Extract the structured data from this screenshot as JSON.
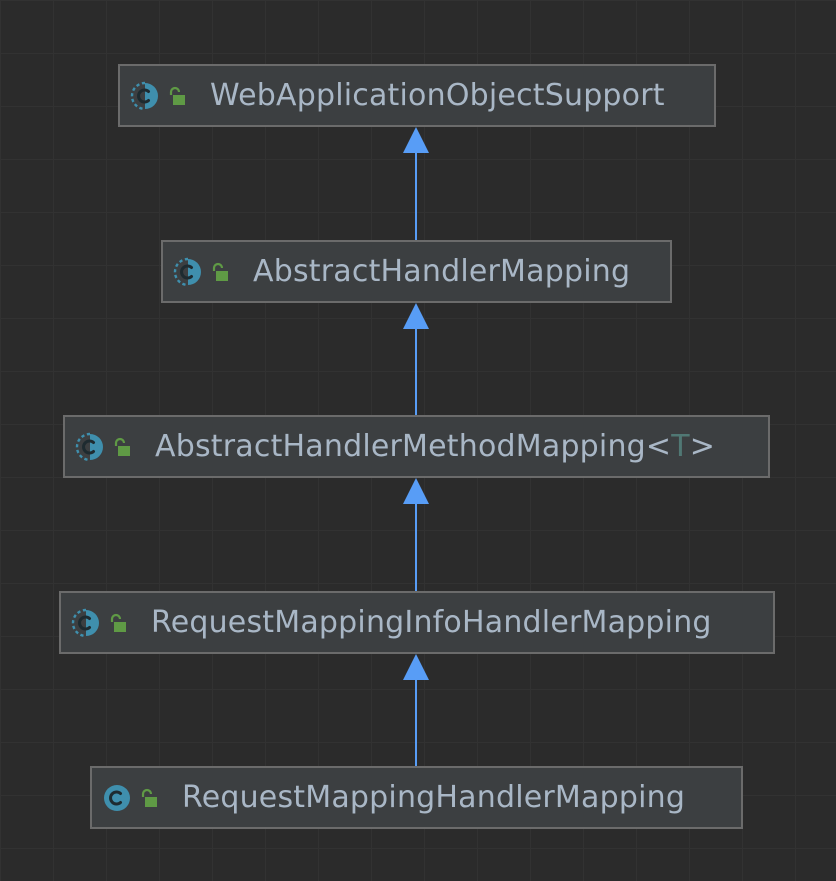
{
  "diagram": {
    "nodes": [
      {
        "id": "web-application-object-support",
        "label": "WebApplicationObjectSupport",
        "abstract": true
      },
      {
        "id": "abstract-handler-mapping",
        "label": "AbstractHandlerMapping",
        "abstract": true
      },
      {
        "id": "abstract-handler-method-mapping",
        "label": "AbstractHandlerMethodMapping",
        "type_open": "<",
        "type_param": "T",
        "type_close": ">",
        "abstract": true
      },
      {
        "id": "request-mapping-info-handler-mapping",
        "label": "RequestMappingInfoHandlerMapping",
        "abstract": true
      },
      {
        "id": "request-mapping-handler-mapping",
        "label": "RequestMappingHandlerMapping",
        "abstract": false
      }
    ],
    "edges": [
      {
        "from": "abstract-handler-mapping",
        "to": "web-application-object-support",
        "kind": "extends"
      },
      {
        "from": "abstract-handler-method-mapping",
        "to": "abstract-handler-mapping",
        "kind": "extends"
      },
      {
        "from": "request-mapping-info-handler-mapping",
        "to": "abstract-handler-method-mapping",
        "kind": "extends"
      },
      {
        "from": "request-mapping-handler-mapping",
        "to": "request-mapping-info-handler-mapping",
        "kind": "extends"
      }
    ],
    "icons": {
      "class": "class-icon",
      "abstract_class": "abstract-class-icon",
      "visibility": "public-lock-icon"
    },
    "colors": {
      "background": "#2b2b2b",
      "node_fill": "#3c3f41",
      "node_border": "#6b6b6b",
      "text": "#a9b7c6",
      "type_param": "#507874",
      "arrow": "#589df6",
      "class_icon": "#3f8fad",
      "lock_icon": "#5f9a45"
    }
  }
}
